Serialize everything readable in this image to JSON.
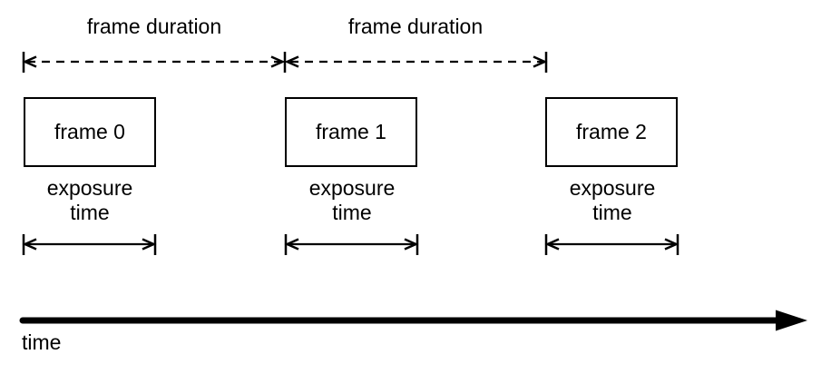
{
  "diagram": {
    "background_color": "#ffffff",
    "line_color": "#000000",
    "duration_arrows": [
      {
        "label": "frame duration"
      },
      {
        "label": "frame duration"
      }
    ],
    "frames": [
      {
        "label": "frame 0",
        "exposure_lines": [
          "exposure",
          "time"
        ]
      },
      {
        "label": "frame 1",
        "exposure_lines": [
          "exposure",
          "time"
        ]
      },
      {
        "label": "frame 2",
        "exposure_lines": [
          "exposure",
          "time"
        ]
      }
    ],
    "time_axis": {
      "label": "time"
    }
  }
}
